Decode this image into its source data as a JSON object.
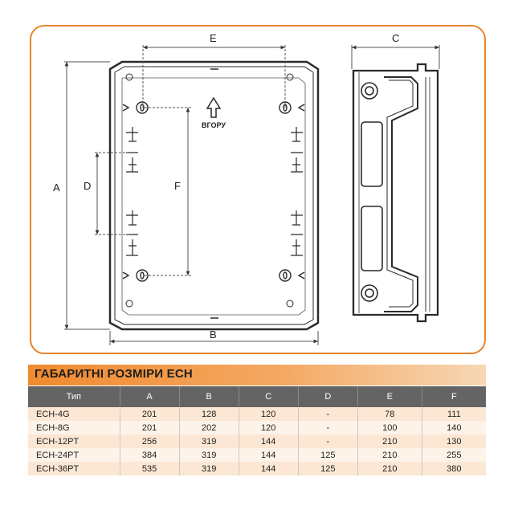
{
  "drawing": {
    "labels": {
      "E": "E",
      "C": "C",
      "A": "A",
      "D": "D",
      "F": "F",
      "B": "B"
    },
    "up_label": "ВГОРУ"
  },
  "table": {
    "title": "ГАБАРИТНІ РОЗМІРИ ECH",
    "headers": [
      "Тип",
      "A",
      "B",
      "C",
      "D",
      "E",
      "F"
    ],
    "rows": [
      [
        "ECH-4G",
        "201",
        "128",
        "120",
        "-",
        "78",
        "111"
      ],
      [
        "ECH-8G",
        "201",
        "202",
        "120",
        "-",
        "100",
        "140"
      ],
      [
        "ECH-12PT",
        "256",
        "319",
        "144",
        "-",
        "210",
        "130"
      ],
      [
        "ECH-24PT",
        "384",
        "319",
        "144",
        "125",
        "210",
        "255"
      ],
      [
        "ECH-36PT",
        "535",
        "319",
        "144",
        "125",
        "210",
        "380"
      ]
    ]
  },
  "colors": {
    "accent": "#e8842b",
    "header_bg": "#646464",
    "row_odd": "#fbe7d3",
    "row_even": "#fdf3e8"
  }
}
